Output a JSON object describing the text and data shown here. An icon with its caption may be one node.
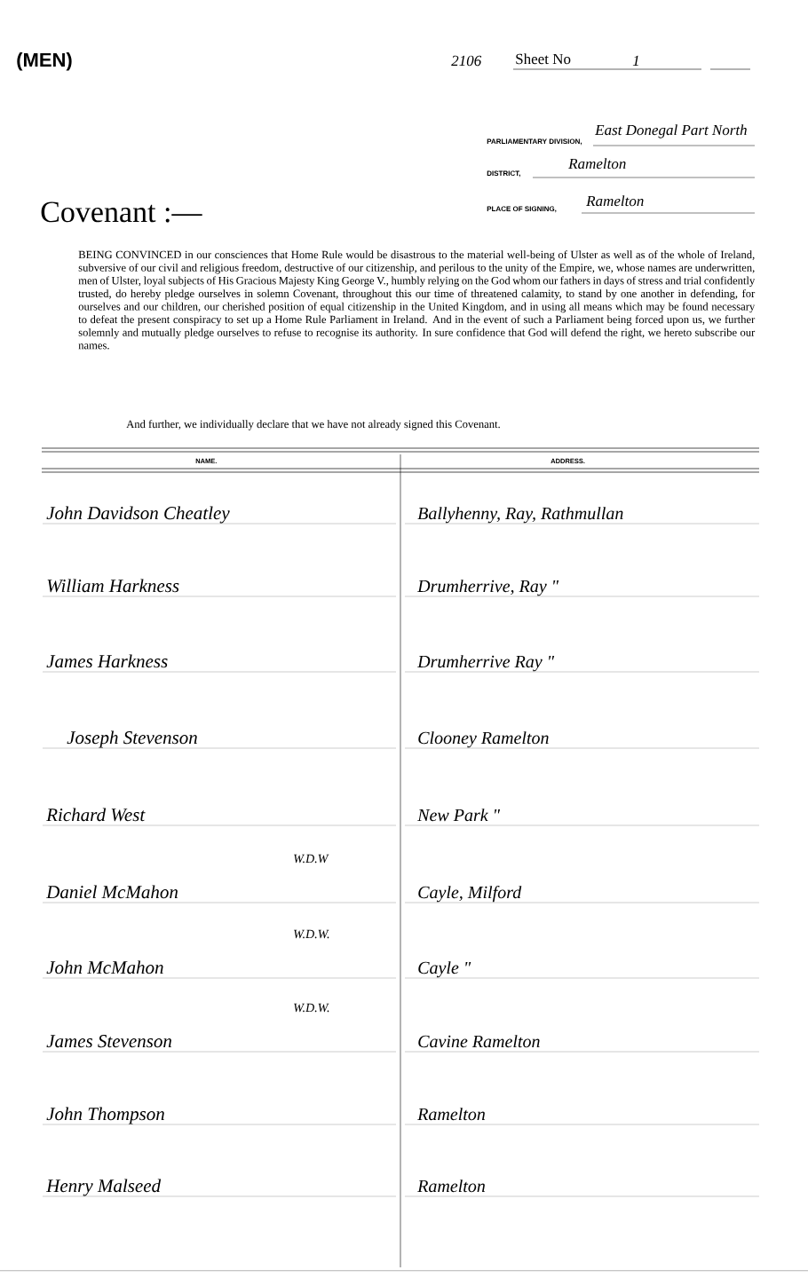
{
  "diagram": {
    "labels": [
      "(MEN)",
      "2106",
      "Sheet No",
      "1",
      "PARLIAMENTARY DIVISION,",
      "East Donegal Part North",
      "DISTRICT,",
      "Ramelton",
      "Covenant :—",
      "PLACE OF SIGNING,",
      "Ramelton",
      "BEING CONVINCED in our consciences that Home Rule would be disastrous to the material well-being of Ulster as well as of the whole of Ireland, subversive of our civil and religious freedom, destructive of our citizenship, and perilous to the unity of the Empire, we, whose names are underwritten, men of Ulster, loyal subjects of His Gracious Majesty King George V., humbly relying on the God whom our fathers in days of stress and trial confidently trusted, do hereby pledge ourselves in solemn Covenant, throughout this our time of threatened calamity, to stand by one another in defending, for ourselves and our children, our cherished position of equal citizenship in the United Kingdom, and in using all means which may be found necessary to defeat the present conspiracy to set up a Home Rule Parliament in Ireland. And in the event of such a Parliament being forced upon us, we further solemnly and mutually pledge ourselves to refuse to recognise its authority. In sure confidence that God will defend the right, we hereto subscribe our names.",
      "And further, we individually declare that we have not already signed this Covenant.",
      "NAME.",
      "ADDRESS.",
      "John Davidson Cheatley",
      "Ballyhenny, Ray, Rathmullan",
      "William Harkness",
      "Drumherrive, Ray \"",
      "James Harkness",
      "Drumherrive Ray \"",
      "Joseph Stevenson",
      "Clooney Ramelton",
      "Richard West",
      "New Park \"",
      "W.D.W",
      "Daniel McMahon",
      "Cayle, Milford",
      "W.D.W.",
      "John McMahon",
      "Cayle \"",
      "W.D.W.",
      "James Stevenson",
      "Cavine Ramelton",
      "John Thompson",
      "Ramelton",
      "Henry Malseed",
      "Ramelton"
    ]
  }
}
